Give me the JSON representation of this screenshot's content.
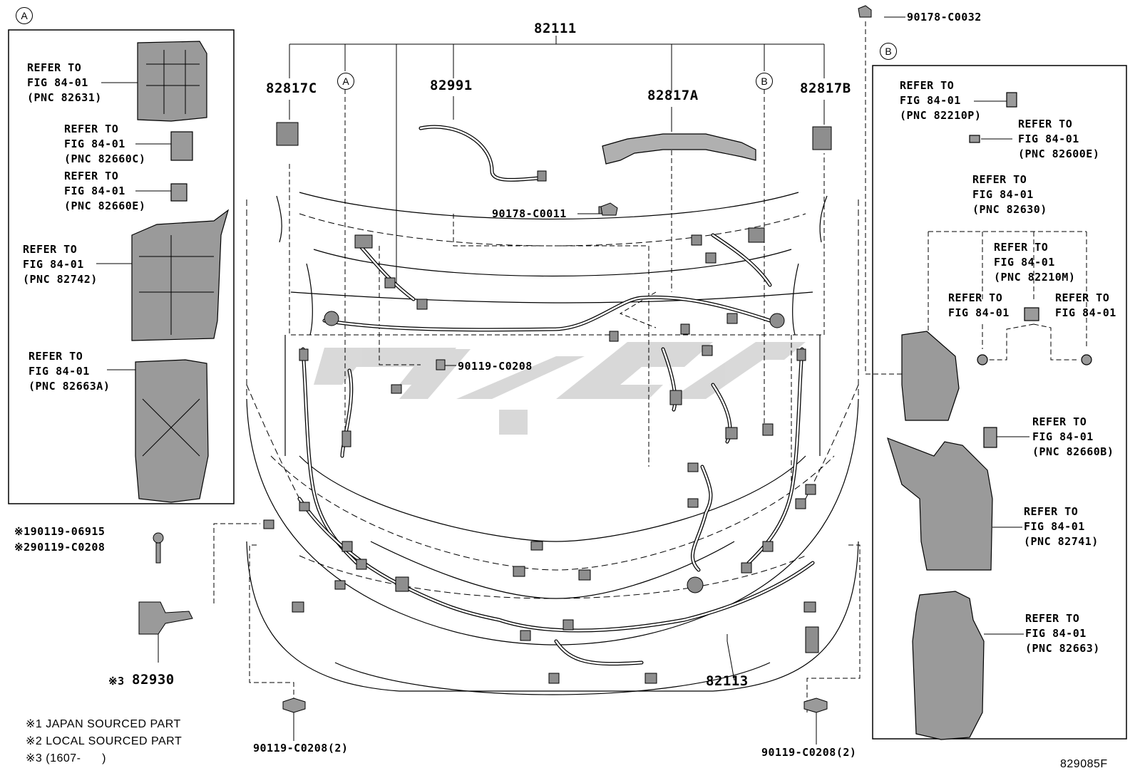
{
  "part_numbers": {
    "main_harness": "82111",
    "bracket_c": "82817C",
    "wire_82991": "82991",
    "bracket_a": "82817A",
    "bracket_b": "82817B",
    "clip_top": "90178-C0032",
    "clip_0011": "90178-C0011",
    "bolt_0208": "90119-C0208",
    "lower_harness": "82113",
    "sensor": "82930",
    "sensor_prefix": "※3",
    "bolt_left_qty": "90119-C0208(2)",
    "bolt_right_qty": "90119-C0208(2)",
    "bolt_alt1": "※190119-06915",
    "bolt_alt2": "※290119-C0208",
    "figure_id": "829085F"
  },
  "markers": {
    "a": "A",
    "b": "B"
  },
  "refs_box_a": [
    "REFER TO\nFIG 84-01\n(PNC 82631)",
    "REFER TO\nFIG 84-01\n(PNC 82660C)",
    "REFER TO\nFIG 84-01\n(PNC 82660E)",
    "REFER TO\nFIG 84-01\n(PNC 82742)",
    "REFER TO\nFIG 84-01\n(PNC 82663A)"
  ],
  "refs_box_b": [
    "REFER TO\nFIG 84-01\n(PNC 82210P)",
    "REFER TO\nFIG 84-01\n(PNC 82600E)",
    "REFER TO\nFIG 84-01\n(PNC 82630)",
    "REFER TO\nFIG 84-01\n(PNC 82210M)",
    "REFER TO\nFIG 84-01",
    "REFER TO\nFIG 84-01",
    "REFER TO\nFIG 84-01\n(PNC 82660B)",
    "REFER TO\nFIG 84-01\n(PNC 82741)",
    "REFER TO\nFIG 84-01\n(PNC 82663)"
  ],
  "notes": [
    "※1 JAPAN SOURCED PART",
    "※2 LOCAL SOURCED PART",
    "※3 (1607-      )"
  ],
  "colors": {
    "line": "#000000",
    "part_fill": "#9a9a9a",
    "watermark": "#d0d0d0"
  }
}
